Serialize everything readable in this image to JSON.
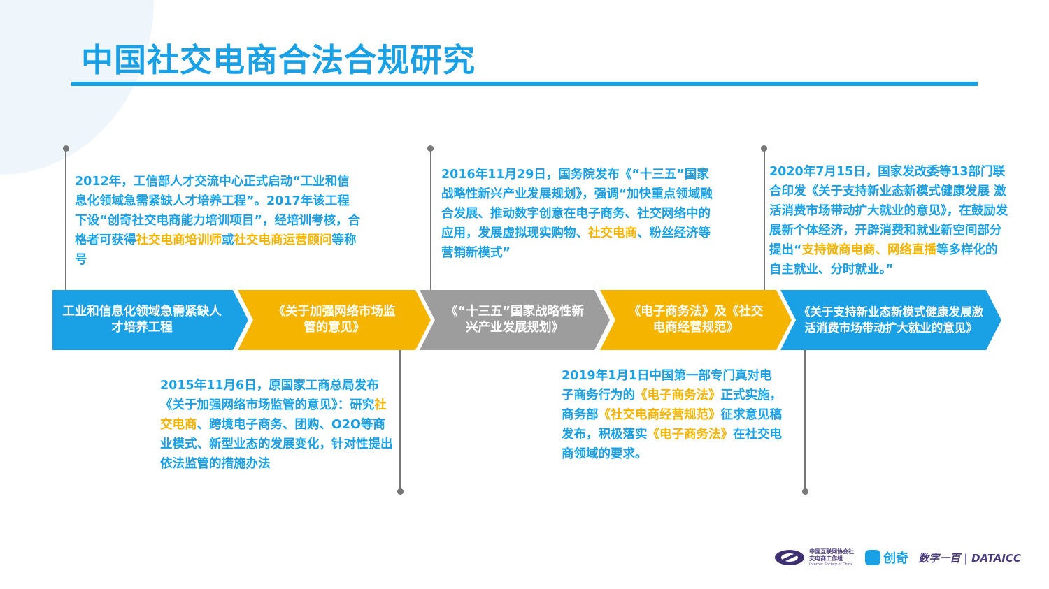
{
  "title": "中国社交电商合法合规研究",
  "timeline": [
    {
      "label": "工业和信息化领域急需紧缺人才培养工程",
      "color": "#1aa0e4"
    },
    {
      "label": "《关于加强网络市场监管的意见》",
      "color": "#f5b400"
    },
    {
      "label": "《“十三五”国家战略性新兴产业发展规划》",
      "color": "#9d9d9d"
    },
    {
      "label": "《电子商务法》及《社交电商经营规范》",
      "color": "#f5b400"
    },
    {
      "label": "《关于支持新业态新模式健康发展激活消费市场带动扩大就业的意见》",
      "color": "#1aa0e4"
    }
  ],
  "notes": [
    {
      "segments": [
        {
          "t": "2012年，工信部人才交流中心正式启动“工业和信息化领域急需紧缺人才培养工程”。2017年该工程下设“创奇社交电商能力培训项目”，经培训考核，合格者可获得"
        },
        {
          "t": "社交电商培训师",
          "hl": true
        },
        {
          "t": "或"
        },
        {
          "t": "社交电商运营顾问",
          "hl": true
        },
        {
          "t": "等称号"
        }
      ]
    },
    {
      "segments": [
        {
          "t": "2015年11月6日，原国家工商总局发布《关于加强网络市场监管的意见》：研究"
        },
        {
          "t": "社交电商",
          "hl": true
        },
        {
          "t": "、跨境电子商务、团购、O2O等商业模式、新型业态的发展变化，针对性提出依法监管的措施办法"
        }
      ]
    },
    {
      "segments": [
        {
          "t": "2016年11月29日，国务院发布《“十三五”国家战略性新兴产业发展规划》，强调“加快重点领域融合发展、推动数字创意在电子商务、社交网络中的应用，发展虚拟现实购物、"
        },
        {
          "t": "社交电商",
          "hl": true
        },
        {
          "t": "、粉丝经济等营销新模式”"
        }
      ]
    },
    {
      "segments": [
        {
          "t": "2019年1月1日中国第一部专门真对电子商务行为的"
        },
        {
          "t": "《电子商务法》",
          "hl": true
        },
        {
          "t": "正式实施，商务部"
        },
        {
          "t": "《社交电商经营规范》",
          "hl": true
        },
        {
          "t": "征求意见稿发布，积极落实"
        },
        {
          "t": "《电子商务法》",
          "hl": true
        },
        {
          "t": "在社交电商领域的要求。"
        }
      ]
    },
    {
      "segments": [
        {
          "t": "2020年7月15日，国家发改委等13部门联合印发《关于支持新业态新模式健康发展 激活消费市场带动扩大就业的意见》，在鼓励发展新个体经济，开辟消费和就业新空间部分提出“"
        },
        {
          "t": "支持微商电商、网络直播",
          "hl": true
        },
        {
          "t": "等多样化的自主就业、分时就业。”"
        }
      ]
    }
  ],
  "logos": {
    "isc_cn": "中国互联网协会社交电商工作组",
    "isc_en": "Internet Society of China",
    "chuangqi": "创奇",
    "datai": "数字一百",
    "dataicc": "DATAICC"
  }
}
